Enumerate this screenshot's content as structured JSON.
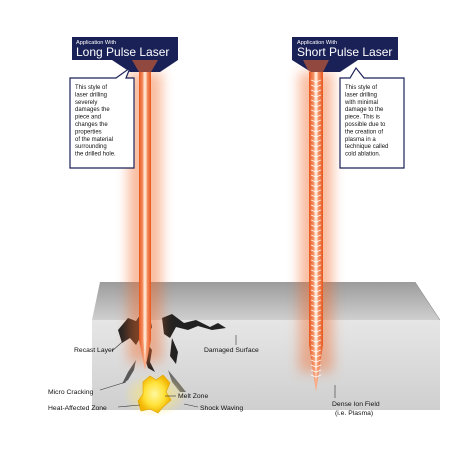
{
  "left": {
    "subtitle": "Application With",
    "title": "Long Pulse Laser",
    "description_lines": [
      "This style of",
      "laser drilling",
      "severely",
      "damages the",
      "piece and",
      "changes the",
      "properties",
      "of the material",
      "surrounding",
      "the drilled hole."
    ]
  },
  "right": {
    "subtitle": "Application With",
    "title": "Short Pulse Laser",
    "description_lines": [
      "This style of",
      "laser drilling",
      "with minimal",
      "damage to the",
      "piece. This is",
      "possible due to",
      "the creation of",
      "plasma in a",
      "technique called",
      "cold ablation."
    ]
  },
  "labels": {
    "recast_layer": "Recast Layer",
    "damaged_surface": "Damaged Surface",
    "micro_cracking": "Micro Cracking",
    "melt_zone": "Melt Zone",
    "heat_affected_zone": "Heat-Affected Zone",
    "shock_waving": "Shock Waving",
    "dense_ion_field_line1": "Dense Ion Field",
    "dense_ion_field_line2": "(i.e. Plasma)"
  },
  "colors": {
    "header_navy": "#1a2157",
    "beam_core": "#f7a274",
    "beam_glow": "#f26a2c",
    "material_top": "#b9b9b9",
    "material_front": "#dcdcdc"
  }
}
